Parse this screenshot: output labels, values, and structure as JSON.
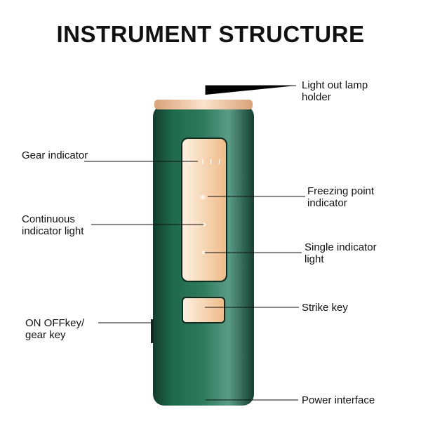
{
  "title": "INSTRUMENT STRUCTURE",
  "labels": {
    "lamp_holder": [
      "Light out lamp",
      "holder"
    ],
    "gear_indicator": "Gear indicator",
    "continuous": [
      "Continuous",
      "indicator light"
    ],
    "freezing": [
      "Freezing point",
      "indicator"
    ],
    "single": [
      "Single indicator",
      "light"
    ],
    "strike": "Strike key",
    "onoff": [
      "ON OFFkey/",
      "gear key"
    ],
    "power": "Power interface"
  },
  "colors": {
    "body": "#1f5a43",
    "gold": "#e9b98a",
    "panel": "#f6d3ad"
  }
}
